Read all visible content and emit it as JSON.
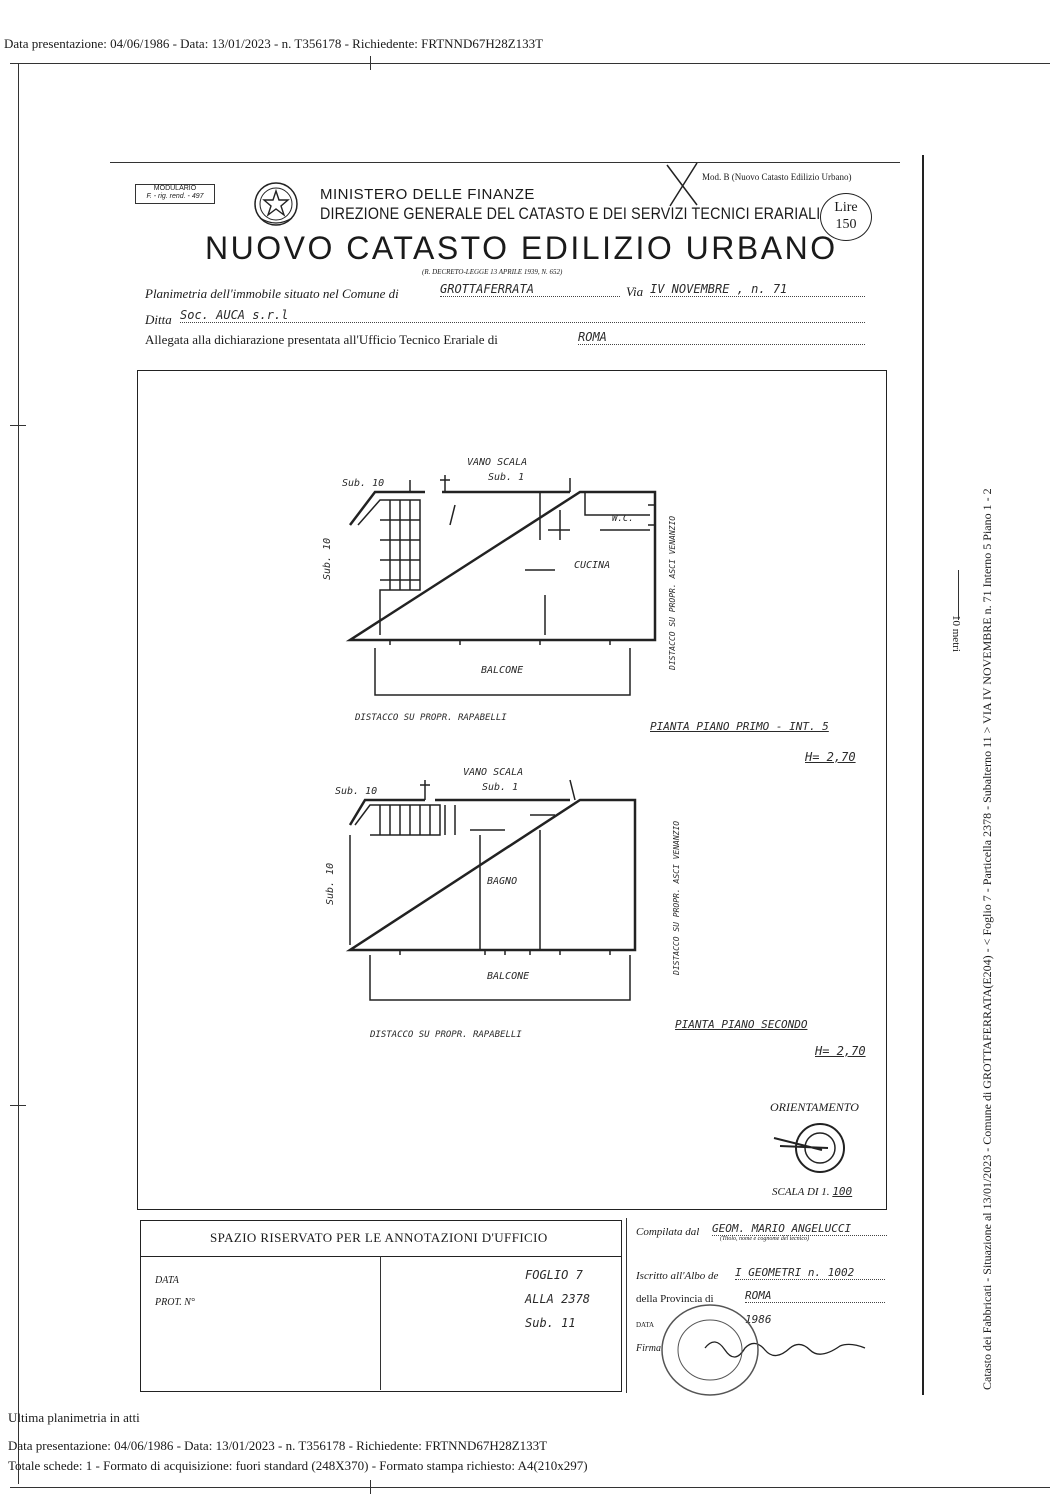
{
  "header_line": "Data presentazione: 04/06/1986 - Data: 13/01/2023 - n. T356178 - Richiedente: FRTNND67H28Z133T",
  "form": {
    "modulario": "MODULARIO",
    "modulario_code": "F. - rig. rend. - 497",
    "mod_b": "Mod. B (Nuovo Catasto Edilizio Urbano)",
    "ministry": "MINISTERO DELLE FINANZE",
    "direzione": "DIREZIONE GENERALE DEL CATASTO E DEI SERVIZI TECNICI ERARIALI",
    "title": "NUOVO CATASTO EDILIZIO URBANO",
    "decree": "(R. DECRETO-LEGGE 13 APRILE 1939, N. 652)",
    "lire_label": "Lire",
    "lire_value": "150",
    "planimetria_label": "Planimetria dell'immobile situato nel Comune di",
    "comune_value": "GROTTAFERRATA",
    "via_label": "Via",
    "via_value": "IV NOVEMBRE , n. 71",
    "ditta_label": "Ditta",
    "ditta_value": "Soc. AUCA s.r.l",
    "allegata_label": "Allegata alla dichiarazione presentata all'Ufficio Tecnico Erariale di",
    "ufficio_value": "ROMA"
  },
  "plan1": {
    "vano_scala": "VANO SCALA",
    "sub1": "Sub. 1",
    "sub10_top": "Sub. 10",
    "sub10_side": "Sub. 10",
    "wc": "W.C.",
    "cucina": "CUCINA",
    "balcone": "BALCONE",
    "distacco_bottom": "DISTACCO SU PROPR. RAPABELLI",
    "distacco_side": "DISTACCO SU PROPR. ASCI VENANZIO",
    "title": "PIANTA PIANO PRIMO - INT. 5",
    "height": "H= 2,70"
  },
  "plan2": {
    "vano_scala": "VANO SCALA",
    "sub1": "Sub. 1",
    "sub10_top": "Sub. 10",
    "sub10_side": "Sub. 10",
    "bagno": "BAGNO",
    "balcone": "BALCONE",
    "distacco_bottom": "DISTACCO SU PROPR. RAPABELLI",
    "distacco_side": "DISTACCO SU PROPR. ASCI VENANZIO",
    "title": "PIANTA PIANO SECONDO",
    "height": "H= 2,70"
  },
  "orientamento": "ORIENTAMENTO",
  "scala": "SCALA DI 1.",
  "scala_value": "100",
  "office": {
    "heading": "SPAZIO RISERVATO PER LE ANNOTAZIONI D'UFFICIO",
    "data_label": "DATA",
    "prot_label": "PROT. N°",
    "foglio": "FOGLIO 7",
    "alla": "ALLA 2378",
    "sub": "Sub. 11"
  },
  "compiler": {
    "compilata_label": "Compilata dal",
    "compilata_value": "GEOM. MARIO ANGELUCCI",
    "note": "(Titolo, nome e cognome del tecnico)",
    "iscritto_label": "Iscritto all'Albo de",
    "iscritto_value": "I GEOMETRI n. 1002",
    "provincia_label": "della Provincia di",
    "provincia_value": "ROMA",
    "data_label": "DATA",
    "data_value": "1986",
    "firma_label": "Firma"
  },
  "side_text": "Catasto dei Fabbricati - Situazione al 13/01/2023 - Comune di GROTTAFERRATA(E204) - < Foglio 7 - Particella 2378 - Subalterno 11 > VIA IV NOVEMBRE n. 71 Interno 5 Piano 1 - 2",
  "scale_bar_label": "10 metri",
  "footer": {
    "line1": "Ultima planimetria in atti",
    "line2": "Data presentazione: 04/06/1986 - Data: 13/01/2023 - n. T356178 - Richiedente: FRTNND67H28Z133T",
    "line3": "Totale schede: 1 - Formato di acquisizione: fuori standard (248X370) - Formato stampa richiesto: A4(210x297)"
  }
}
